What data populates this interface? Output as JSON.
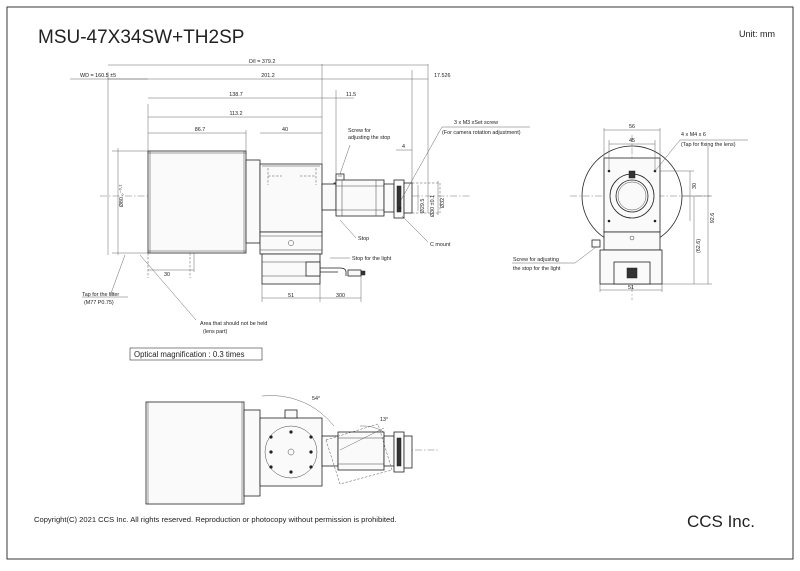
{
  "title": "MSU-47X34SW+TH2SP",
  "unit": "Unit: mm",
  "copyright": "Copyright(C) 2021 CCS Inc. All rights reserved. Reproduction or photocopy without permission is prohibited.",
  "company": "CCS Inc.",
  "optical_magnification": "Optical magnification : 0.3 times",
  "side_view": {
    "dims": {
      "ol": "O/I = 379.2",
      "wd": "WD = 160.5 ±5",
      "d201": "201.2",
      "d17": "17.526",
      "d138": "138.7",
      "d11": "11.5",
      "d113": "113.2",
      "d86": "86.7",
      "d40": "40",
      "d4": "4",
      "phi80": "Ø80 ₀⁻⁰·²",
      "phi29": "Ø29.5",
      "phi30": "Ø30 ±0.1",
      "phi32": "Ø32",
      "d30": "30",
      "d51": "51",
      "d300": "300"
    },
    "labels": {
      "screw_stop_1": "Screw for",
      "screw_stop_2": "adjusting the stop",
      "set_screw_1": "3 x M3 xSet screw",
      "set_screw_2": "(For camera rotation adjustment)",
      "stop": "Stop",
      "c_mount": "C mount",
      "stop_light": "Stop for the light",
      "tap_filter_1": "Tap for the filter",
      "tap_filter_2": "(M77  P0.75)",
      "area_1": "Area that should not be held",
      "area_2": "(lens part)"
    }
  },
  "front_view": {
    "dims": {
      "d56": "56",
      "d45": "45",
      "d30": "30",
      "d92": "92.6",
      "d62": "(62.6)",
      "d51": "51"
    },
    "labels": {
      "tap_lens_1": "4 x M4 x 6",
      "tap_lens_2": "(Tap for fixing the lens)",
      "screw_light_1": "Screw for adjusting",
      "screw_light_2": "the stop for the light"
    }
  },
  "bottom_view": {
    "dims": {
      "angle_a": "54°",
      "angle_b": "13°"
    }
  }
}
